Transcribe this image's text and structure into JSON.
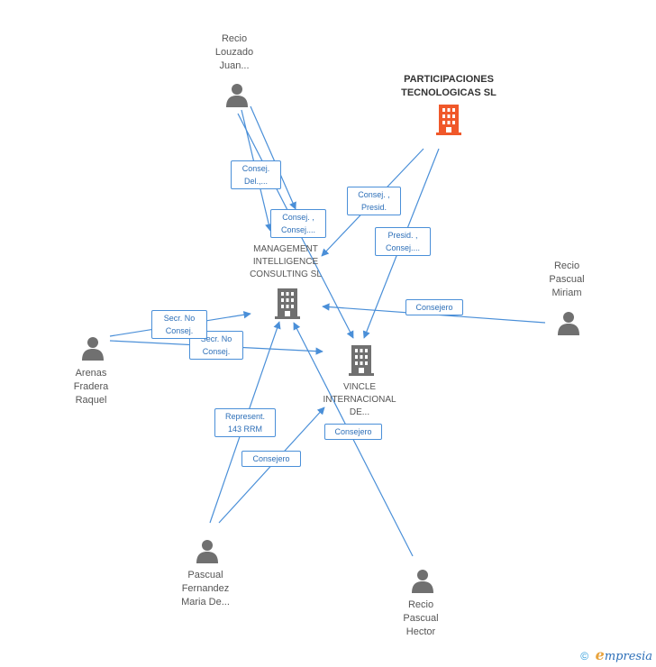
{
  "nodes": {
    "recio_louzado": {
      "lines": [
        "Recio",
        "Louzado",
        "Juan..."
      ],
      "type": "person"
    },
    "participaciones": {
      "lines": [
        "PARTICIPACIONES",
        "TECNOLOGICAS SL"
      ],
      "type": "company-main"
    },
    "management": {
      "lines": [
        "MANAGEMENT",
        "INTELLIGENCE",
        "CONSULTING SL"
      ],
      "type": "company"
    },
    "vincle": {
      "lines": [
        "VINCLE",
        "INTERNACIONAL",
        "DE..."
      ],
      "type": "company"
    },
    "recio_miriam": {
      "lines": [
        "Recio",
        "Pascual",
        "Miriam"
      ],
      "type": "person"
    },
    "arenas": {
      "lines": [
        "Arenas",
        "Fradera",
        "Raquel"
      ],
      "type": "person"
    },
    "pascual_fernandez": {
      "lines": [
        "Pascual",
        "Fernandez",
        "Maria De..."
      ],
      "type": "person"
    },
    "recio_hector": {
      "lines": [
        "Recio",
        "Pascual",
        "Hector"
      ],
      "type": "person"
    }
  },
  "edges": {
    "e1": {
      "lines": [
        "Consej.",
        "Del.,..."
      ]
    },
    "e2": {
      "lines": [
        "Consej. ,",
        "Consej...."
      ]
    },
    "e3": {
      "lines": [
        "Consej. ,",
        "Presid."
      ]
    },
    "e4": {
      "lines": [
        "Presid. ,",
        "Consej...."
      ]
    },
    "e5": {
      "lines": [
        "Consejero"
      ]
    },
    "e6": {
      "lines": [
        "Secr. No",
        "Consej."
      ]
    },
    "e7": {
      "lines": [
        "Secr. No",
        "Consej."
      ]
    },
    "e8": {
      "lines": [
        "Represent.",
        "143 RRM"
      ]
    },
    "e9": {
      "lines": [
        "Consejero"
      ]
    },
    "e10": {
      "lines": [
        "Consejero"
      ]
    }
  },
  "colors": {
    "edge": "#4a8fd8",
    "person_icon": "#707070",
    "company_icon": "#707070",
    "company_main_icon": "#f0582a"
  },
  "footer": {
    "copyright_symbol": "©",
    "brand_first": "e",
    "brand_rest": "mpresia"
  }
}
